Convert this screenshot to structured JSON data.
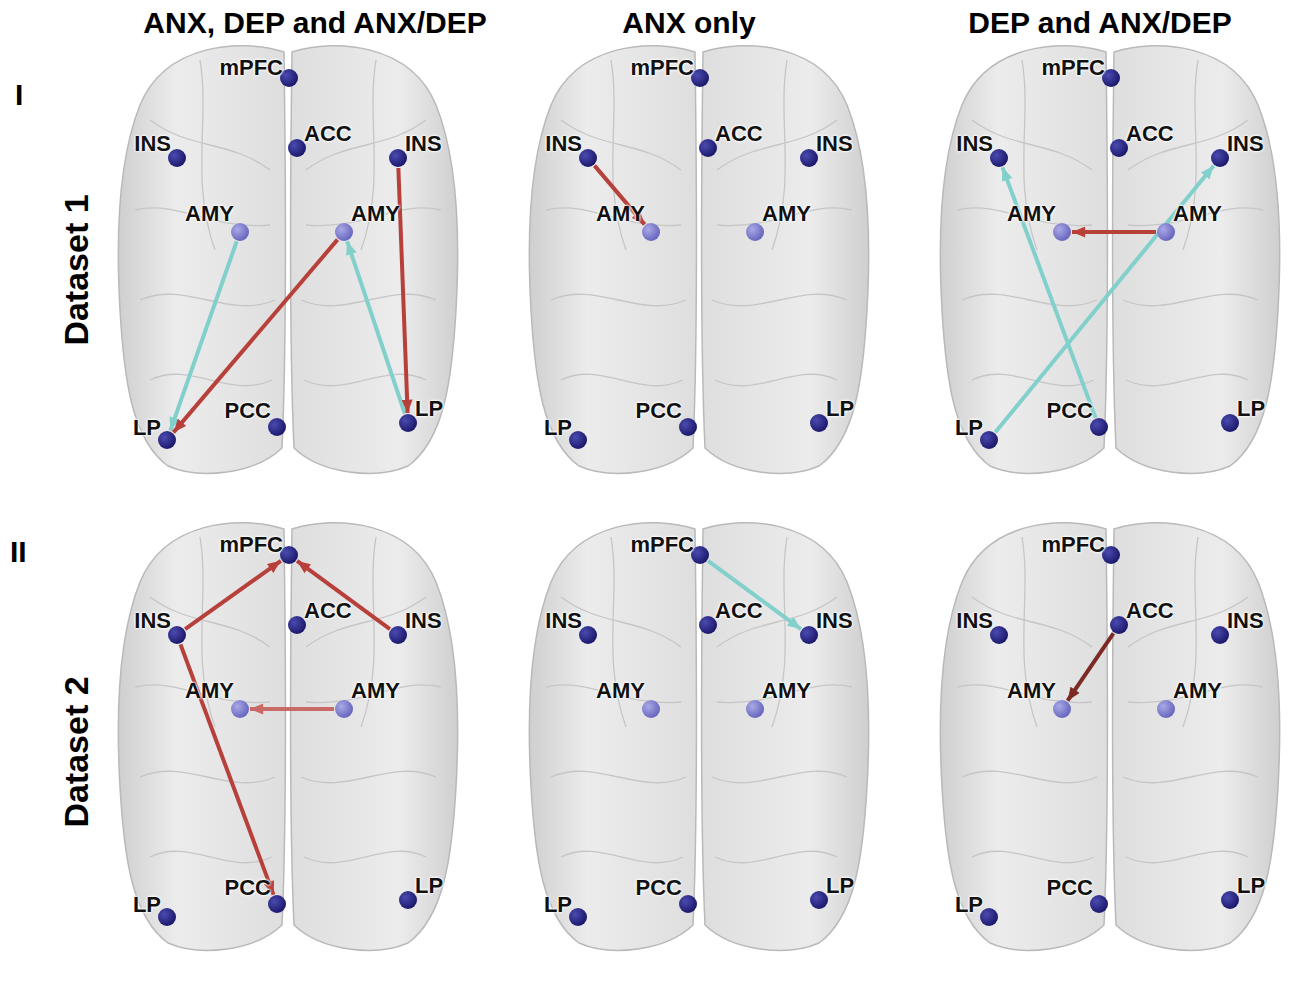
{
  "diagram": {
    "nodes": [
      {
        "text": [
          "mPFC"
        ]
      },
      {
        "text": [
          "INS"
        ]
      },
      {
        "text": [
          "ACC"
        ]
      },
      {
        "text": [
          "INS"
        ]
      },
      {
        "text": [
          "AMY"
        ]
      },
      {
        "text": [
          "AMY"
        ]
      },
      {
        "text": [
          "LP"
        ]
      },
      {
        "text": [
          "PCC"
        ]
      },
      {
        "text": [
          "LP"
        ]
      },
      {
        "text": [
          "mPFC"
        ]
      },
      {
        "text": [
          "INS"
        ]
      },
      {
        "text": [
          "ACC"
        ]
      },
      {
        "text": [
          "INS"
        ]
      },
      {
        "text": [
          "AMY"
        ]
      },
      {
        "text": [
          "AMY"
        ]
      },
      {
        "text": [
          "LP"
        ]
      },
      {
        "text": [
          "PCC"
        ]
      },
      {
        "text": [
          "LP"
        ]
      },
      {
        "text": [
          "mPFC"
        ]
      },
      {
        "text": [
          "INS"
        ]
      },
      {
        "text": [
          "ACC"
        ]
      },
      {
        "text": [
          "INS"
        ]
      },
      {
        "text": [
          "AMY"
        ]
      },
      {
        "text": [
          "AMY"
        ]
      },
      {
        "text": [
          "LP"
        ]
      },
      {
        "text": [
          "PCC"
        ]
      },
      {
        "text": [
          "LP"
        ]
      },
      {
        "text": [
          "mPFC"
        ]
      },
      {
        "text": [
          "INS"
        ]
      },
      {
        "text": [
          "ACC"
        ]
      },
      {
        "text": [
          "INS"
        ]
      },
      {
        "text": [
          "AMY"
        ]
      },
      {
        "text": [
          "AMY"
        ]
      },
      {
        "text": [
          "LP"
        ]
      },
      {
        "text": [
          "PCC"
        ]
      },
      {
        "text": [
          "LP"
        ]
      },
      {
        "text": [
          "mPFC"
        ]
      },
      {
        "text": [
          "INS"
        ]
      },
      {
        "text": [
          "ACC"
        ]
      },
      {
        "text": [
          "INS"
        ]
      },
      {
        "text": [
          "AMY"
        ]
      },
      {
        "text": [
          "AMY"
        ]
      },
      {
        "text": [
          "LP"
        ]
      },
      {
        "text": [
          "PCC"
        ]
      },
      {
        "text": [
          "LP"
        ]
      },
      {
        "text": [
          "mPFC"
        ]
      },
      {
        "text": [
          "INS"
        ]
      },
      {
        "text": [
          "ACC"
        ]
      },
      {
        "text": [
          "INS"
        ]
      },
      {
        "text": [
          "AMY"
        ]
      },
      {
        "text": [
          "AMY"
        ]
      },
      {
        "text": [
          "LP"
        ]
      },
      {
        "text": [
          "PCC"
        ]
      },
      {
        "text": [
          "LP"
        ]
      }
    ],
    "edges": [
      {
        "from": 4,
        "to": 6,
        "arrow": "to"
      },
      {
        "from": 5,
        "to": 6,
        "arrow": "to"
      },
      {
        "from": 8,
        "to": 5,
        "arrow": "to"
      },
      {
        "from": 3,
        "to": 8,
        "arrow": "to"
      },
      {
        "from": 10,
        "to": 13,
        "arrow": "to"
      },
      {
        "from": 23,
        "to": 22,
        "arrow": "to"
      },
      {
        "from": 25,
        "to": 19,
        "arrow": "to"
      },
      {
        "from": 24,
        "to": 21,
        "arrow": "to"
      },
      {
        "from": 28,
        "to": 27,
        "arrow": "to"
      },
      {
        "from": 30,
        "to": 27,
        "arrow": "to"
      },
      {
        "from": 28,
        "to": 34,
        "arrow": "to"
      },
      {
        "from": 32,
        "to": 31,
        "arrow": "to"
      },
      {
        "from": 36,
        "to": 39,
        "arrow": "to"
      },
      {
        "from": 47,
        "to": 49,
        "arrow": "to"
      }
    ],
    "labels": [
      "ANX, DEP and ANX/DEP",
      "ANX only",
      "DEP and ANX/DEP",
      "I",
      "Dataset 1",
      "II",
      "Dataset 2"
    ]
  }
}
